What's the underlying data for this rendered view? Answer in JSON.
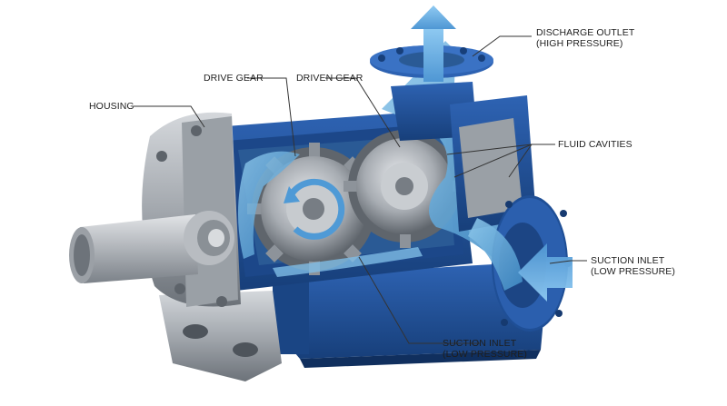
{
  "labels": {
    "discharge": {
      "line1": "DISCHARGE OUTLET",
      "line2": "(HIGH PRESSURE)"
    },
    "housing": "HOUSING",
    "drive_gear": "DRIVE GEAR",
    "driven_gear": "DRIVEN GEAR",
    "fluid_cavities": "FLUID CAVITIES",
    "suction_right": {
      "line1": "SUCTION INLET",
      "line2": "(LOW PRESSURE)"
    },
    "suction_bottom": {
      "line1": "SUCTION INLET",
      "line2": "(LOW PRESSURE)"
    }
  },
  "colors": {
    "steel": "#a9adb2",
    "steel_dark": "#6f757c",
    "blue": "#1f4f96",
    "blue_dark": "#143a73",
    "fluid": "#5aa6d6",
    "arrow": "#6fb3e4"
  }
}
